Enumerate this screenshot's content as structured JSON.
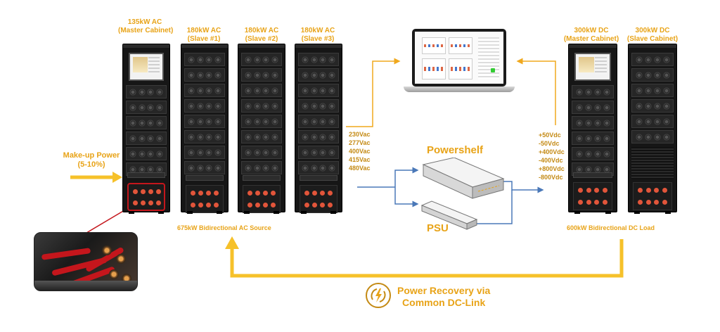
{
  "cabinets": {
    "ac_master": {
      "line1": "135kW AC",
      "line2": "(Master Cabinet)"
    },
    "ac_slave1": {
      "line1": "180kW AC",
      "line2": "(Slave #1)"
    },
    "ac_slave2": {
      "line1": "180kW AC",
      "line2": "(Slave #2)"
    },
    "ac_slave3": {
      "line1": "180kW AC",
      "line2": "(Slave #3)"
    },
    "dc_master": {
      "line1": "300kW DC",
      "line2": "(Master Cabinet)"
    },
    "dc_slave": {
      "line1": "300kW DC",
      "line2": "(Slave Cabinet)"
    }
  },
  "makeup": {
    "line1": "Make-up Power",
    "line2": "(5-10%)"
  },
  "ac_voltages": [
    "230Vac",
    "277Vac",
    "400Vac",
    "415Vac",
    "480Vac"
  ],
  "dc_voltages": [
    "+50Vdc",
    "-50Vdc",
    "+400Vdc",
    "-400Vdc",
    "+800Vdc",
    "-800Vdc"
  ],
  "ac_source_caption": "675kW Bidirectional AC Source",
  "dc_load_caption": "600kW Bidirectional DC Load",
  "dut": {
    "powershelf": "Powershelf",
    "psu": "PSU"
  },
  "recovery": {
    "line1": "Power Recovery via",
    "line2": "Common DC-Link"
  },
  "colors": {
    "accent": "#e8a317",
    "arrow_yellow": "#f6c12a",
    "signal_blue": "#4a78b8",
    "terminal_red": "#c4161c"
  },
  "icons": {
    "recovery": "lightning-recycle-icon",
    "makeup_arrow": "arrow-right-icon"
  }
}
